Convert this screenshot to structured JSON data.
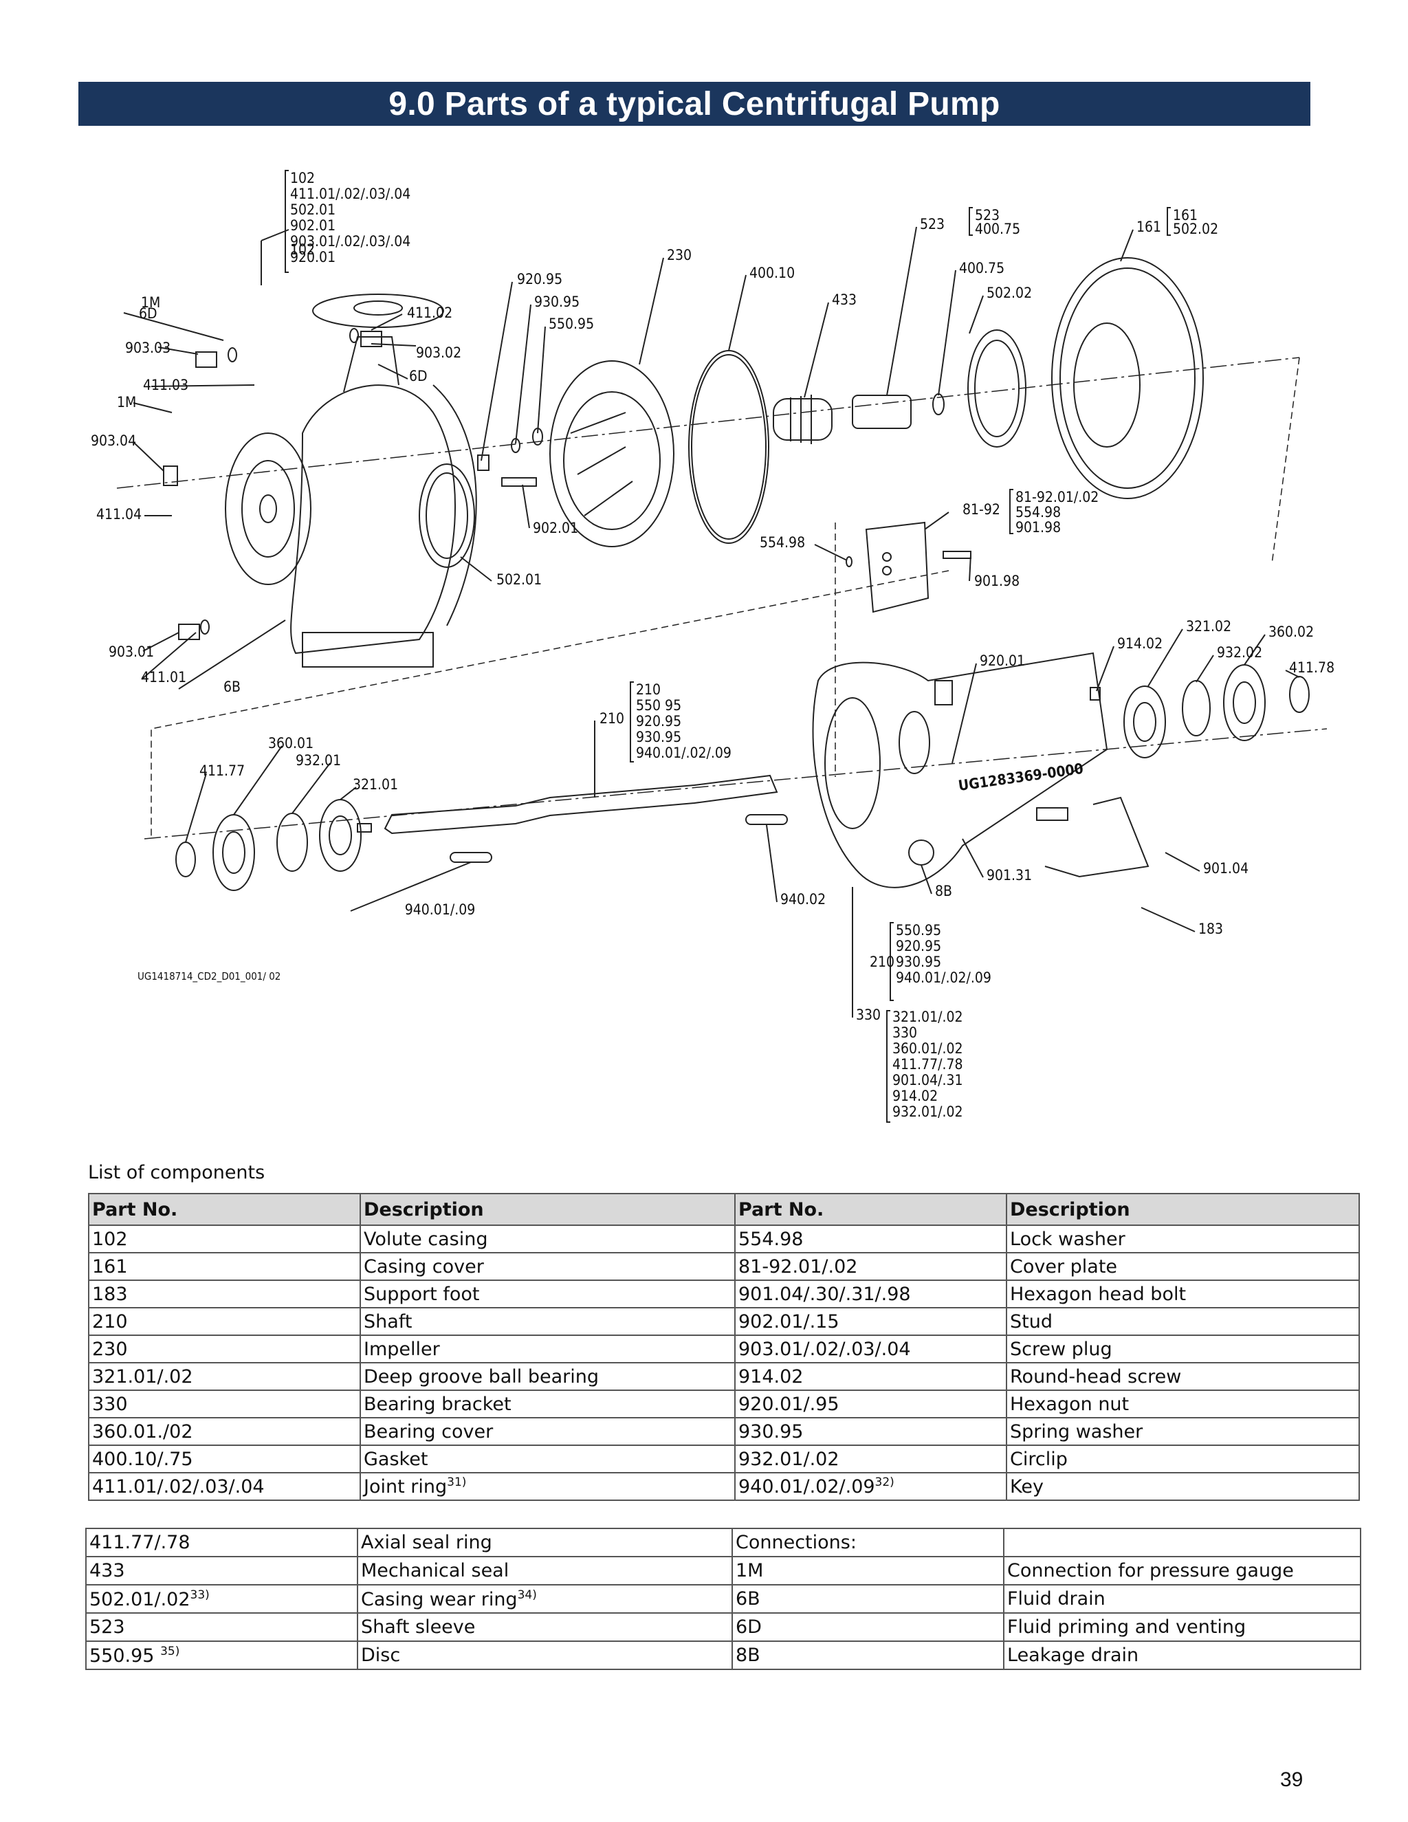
{
  "title": "9.0 Parts of a typical Centrifugal Pump",
  "drawing": {
    "ref": "UG1418714_CD2_D01_001/ 02",
    "casing_marking": "UG1283369-0000",
    "labels": {
      "l102": "102",
      "l1M_a": "1M",
      "l6D_a": "6D",
      "l903_03": "903.03",
      "l411_03": "411.03",
      "l1M_b": "1M",
      "l903_04": "903.04",
      "l411_04": "411.04",
      "l903_01": "903.01",
      "l411_01": "411.01",
      "l6B": "6B",
      "l411_02": "411.02",
      "l903_02": "903.02",
      "l6D_b": "6D",
      "l920_95": "920.95",
      "l930_95": "930.95",
      "l550_95": "550.95",
      "l902_01": "902.01",
      "l502_01": "502.01",
      "l230": "230",
      "l400_10": "400.10",
      "l433": "433",
      "l523": "523",
      "l400_75": "400.75",
      "l502_02": "502.02",
      "l161": "161",
      "l554_98": "554.98",
      "l81_92": "81-92",
      "l901_98": "901.98",
      "l210": "210",
      "l920_01": "920.01",
      "l914_02": "914.02",
      "l321_02": "321.02",
      "l932_02": "932.02",
      "l360_02": "360.02",
      "l411_78": "411.78",
      "l360_01": "360.01",
      "l411_77": "411.77",
      "l932_01": "932.01",
      "l321_01": "321.01",
      "l940_01": "940.01/.09",
      "l940_02": "940.02",
      "l8B": "8B",
      "l901_31": "901.31",
      "l901_04": "901.04",
      "l183": "183",
      "l330": "330",
      "l210b": "210"
    },
    "groups": {
      "g102": [
        "102",
        "411.01/.02/.03/.04",
        "502.01",
        "902.01",
        "903.01/.02/.03/.04",
        "920.01"
      ],
      "g523": [
        "523",
        "400.75"
      ],
      "g161": [
        "161",
        "502.02"
      ],
      "g8192": [
        "81-92.01/.02",
        "554.98",
        "901.98"
      ],
      "g210": [
        "210",
        "550 95",
        "920.95",
        "930.95",
        "940.01/.02/.09"
      ],
      "g210b": [
        "210",
        "550.95",
        "920.95",
        "930.95",
        "940.01/.02/.09"
      ],
      "g330": [
        "321.01/.02",
        "330",
        "360.01/.02",
        "411.77/.78",
        "901.04/.31",
        "914.02",
        "932.01/.02"
      ]
    }
  },
  "list_caption": "List of components",
  "table_header": {
    "part_no_1": "Part No.",
    "desc_1": "Description",
    "part_no_2": "Part No.",
    "desc_2": "Description"
  },
  "table1_rows": [
    [
      "102",
      "Volute casing",
      "554.98",
      "Lock washer"
    ],
    [
      "161",
      "Casing cover",
      "81-92.01/.02",
      "Cover plate"
    ],
    [
      "183",
      "Support foot",
      "901.04/.30/.31/.98",
      "Hexagon head bolt"
    ],
    [
      "210",
      "Shaft",
      "902.01/.15",
      "Stud"
    ],
    [
      "230",
      "Impeller",
      "903.01/.02/.03/.04",
      "Screw plug"
    ],
    [
      "321.01/.02",
      "Deep groove ball bearing",
      "914.02",
      "Round-head screw"
    ],
    [
      "330",
      "Bearing bracket",
      "920.01/.95",
      "Hexagon nut"
    ],
    [
      "360.01./02",
      "Bearing cover",
      "930.95",
      "Spring washer"
    ],
    [
      "400.10/.75",
      "Gasket",
      "932.01/.02",
      "Circlip"
    ]
  ],
  "table1_last": {
    "a": "411.01/.02/.03/.04",
    "b": "Joint ring",
    "b_sup": "31)",
    "c": "940.01/.02/.09",
    "c_sup": "32)",
    "d": "Key"
  },
  "table2": {
    "r1": {
      "a": "411.77/.78",
      "b": "Axial seal ring",
      "c": "Connections:",
      "d": ""
    },
    "r2": {
      "a": "433",
      "b": "Mechanical seal",
      "c": "1M",
      "d": "Connection for pressure gauge"
    },
    "r3": {
      "a": "502.01/.02",
      "a_sup": "33)",
      "b": "Casing wear ring",
      "b_sup": "34)",
      "c": "6B",
      "d": "Fluid drain"
    },
    "r4": {
      "a": "523",
      "b": "Shaft sleeve",
      "c": "6D",
      "d": "Fluid priming and venting"
    },
    "r5": {
      "a": "550.95 ",
      "a_sup": "35)",
      "b": "Disc",
      "c": "8B",
      "d": "Leakage drain"
    }
  },
  "page_number": "39"
}
